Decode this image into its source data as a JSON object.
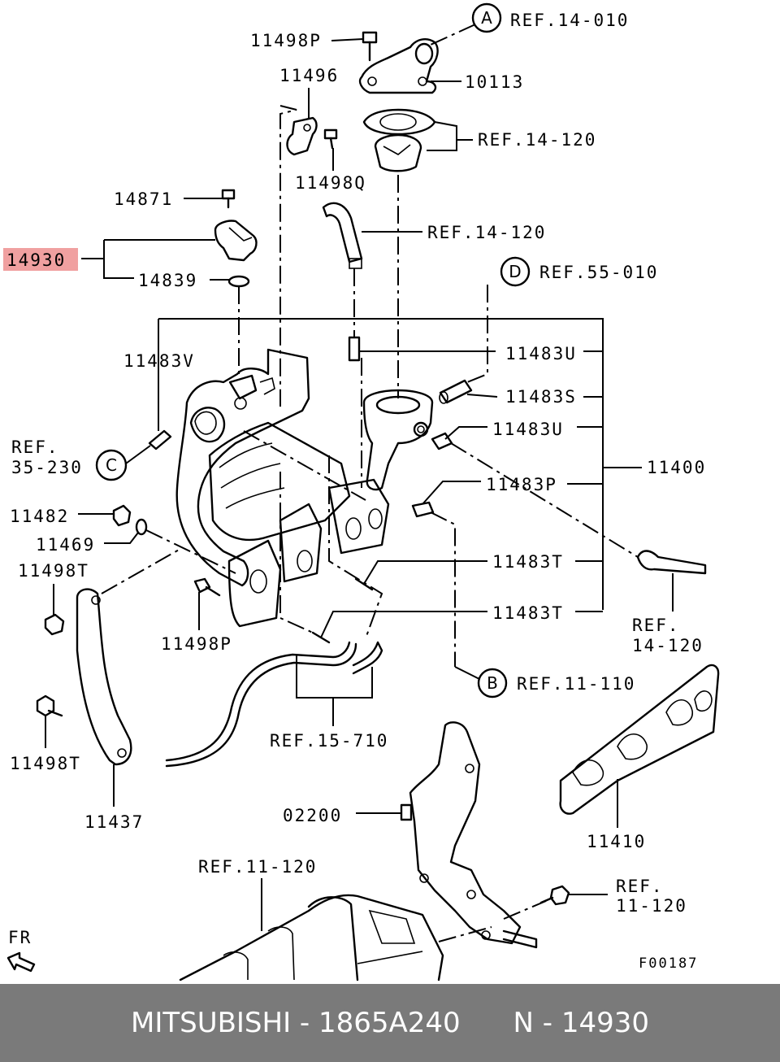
{
  "labels": {
    "p11498P_top": "11498P",
    "p11496": "11496",
    "p11498Q": "11498Q",
    "p14871": "14871",
    "p14930": "14930",
    "p14839": "14839",
    "p10113": "10113",
    "ref14010": "REF.14-010",
    "ref14120a": "REF.14-120",
    "ref14120b": "REF.14-120",
    "ref55010": "REF.55-010",
    "p11483V": "11483V",
    "p11483U_a": "11483U",
    "p11483S": "11483S",
    "p11483U_b": "11483U",
    "p11400": "11400",
    "p11483P": "11483P",
    "ref35_line1": "REF.",
    "ref35_line2": "35-230",
    "p11482": "11482",
    "p11469": "11469",
    "p11498T_a": "11498T",
    "p11483T_a": "11483T",
    "p11483T_b": "11483T",
    "ref14120c_line1": "REF.",
    "ref14120c_line2": "14-120",
    "p11498P_bot": "11498P",
    "ref11110": "REF.11-110",
    "ref15710": "REF.15-710",
    "p11498T_b": "11498T",
    "p11437": "11437",
    "p02200": "02200",
    "p11410": "11410",
    "ref11120a": "REF.11-120",
    "ref11120b_line1": "REF.",
    "ref11120b_line2": "11-120",
    "fr": "FR",
    "figcode": "F00187"
  },
  "callouts": {
    "A": "A",
    "B": "B",
    "C": "C",
    "D": "D"
  },
  "highlight_color": "#f0a0a0",
  "footer": {
    "text": "MITSUBISHI - 1865A240      N - 14930",
    "background": "#7a7a7a"
  }
}
